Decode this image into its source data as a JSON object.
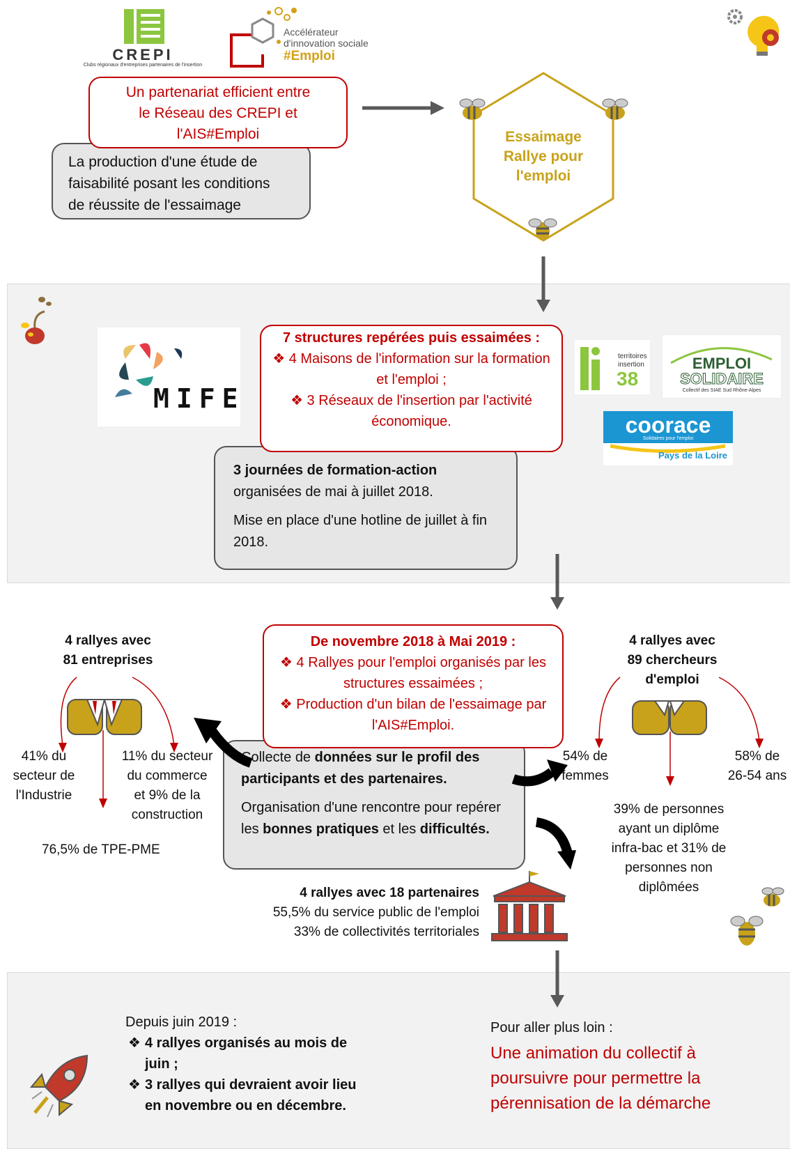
{
  "logos": {
    "crepi_name": "CREPI",
    "crepi_sub": "Clubs régionaux d'entreprises partenaires de l'insertion",
    "ais_line1": "Accélérateur",
    "ais_line2": "d'innovation sociale",
    "ais_line3": "#Emploi",
    "mife": "MIFE",
    "ti38_small1": "territoires",
    "ti38_small2": "insertion",
    "ti38_num": "38",
    "emploi_solidaire_1": "EMPLOI",
    "emploi_solidaire_2": "SOLIDAIRE",
    "emploi_solidaire_sub": "Collectif des SIAE Sud Rhône-Alpes",
    "coorace": "coorace",
    "coorace_sub": "Solidaires pour l'emploi",
    "coorace_region": "Pays de la Loire"
  },
  "top": {
    "partnership": [
      "Un partenariat efficient entre",
      "le Réseau des CREPI et",
      "l'AIS#Emploi"
    ],
    "study": [
      "La production d'une étude de",
      "faisabilité posant les conditions",
      "de réussite de l'essaimage"
    ],
    "hexagon": [
      "Essaimage",
      "Rallye pour",
      "l'emploi"
    ]
  },
  "middle": {
    "structures_title": "7 structures repérées puis essaimées :",
    "structures_items": [
      "❖ 4 Maisons de l'information sur la formation et l'emploi ;",
      "❖ 3 Réseaux de l'insertion par l'activité économique."
    ],
    "training_bold": "3 journées de formation-action",
    "training_rest": "organisées de mai à juillet 2018.",
    "hotline": "Mise en place d'une hotline de juillet à fin 2018."
  },
  "rallyes": {
    "period_title": "De novembre 2018 à Mai 2019 :",
    "period_items": [
      "❖ 4 Rallyes pour l'emploi organisés par les structures essaimées ;",
      "❖ Production d'un bilan de l'essaimage par l'AIS#Emploi."
    ],
    "collect_plain": "Collecte de ",
    "collect_bold": "données sur le profil des participants et des partenaires.",
    "meeting_plain1": "Organisation d'une rencontre pour repérer les ",
    "meeting_bold1": "bonnes pratiques",
    "meeting_plain2": " et les ",
    "meeting_bold2": "difficultés.",
    "companies_title": [
      "4 rallyes avec",
      "81 entreprises"
    ],
    "companies_stat1": [
      "41% du",
      "secteur de",
      "l'Industrie"
    ],
    "companies_stat2": [
      "11% du secteur",
      "du commerce",
      "et 9% de la",
      "construction"
    ],
    "companies_stat3": "76,5% de TPE-PME",
    "seekers_title": [
      "4 rallyes avec",
      "89 chercheurs",
      "d'emploi"
    ],
    "seekers_stat1": [
      "54% de",
      "femmes"
    ],
    "seekers_stat2": [
      "58% de",
      "26-54 ans"
    ],
    "seekers_stat3": [
      "39% de personnes",
      "ayant un diplôme",
      "infra-bac et 31% de",
      "personnes non",
      "diplômées"
    ],
    "partners_title": "4 rallyes avec 18 partenaires",
    "partners_stat1": "55,5% du service public de l'emploi",
    "partners_stat2": "33% de collectivités territoriales"
  },
  "bottom": {
    "since": "Depuis juin 2019 :",
    "item1": [
      "4 rallyes organisés au mois de",
      "juin ;"
    ],
    "item2": [
      "3 rallyes qui devraient avoir lieu",
      "en novembre ou en décembre."
    ],
    "further": "Pour aller plus loin :",
    "further_red": [
      "Une animation du collectif à",
      "poursuivre pour permettre la",
      "pérennisation de la démarche"
    ]
  },
  "colors": {
    "red": "#c00000",
    "gold": "#c8a21a",
    "grey_arrow": "#595959",
    "band": "#f2f2f2"
  }
}
